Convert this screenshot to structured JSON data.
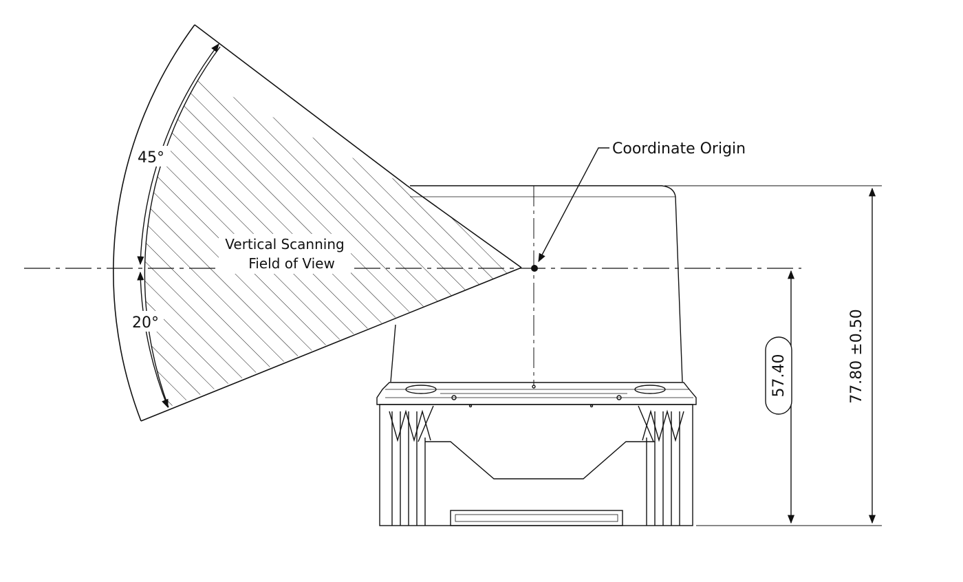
{
  "labels": {
    "upper_angle": "45°",
    "lower_angle": "20°",
    "fov_line1": "Vertical Scanning",
    "fov_line2": "Field of View",
    "origin": "Coordinate Origin",
    "dim_origin_height": "57.40",
    "dim_total_height": "77.80 ±0.50"
  },
  "colors": {
    "line": "#111111",
    "background": "#ffffff"
  }
}
